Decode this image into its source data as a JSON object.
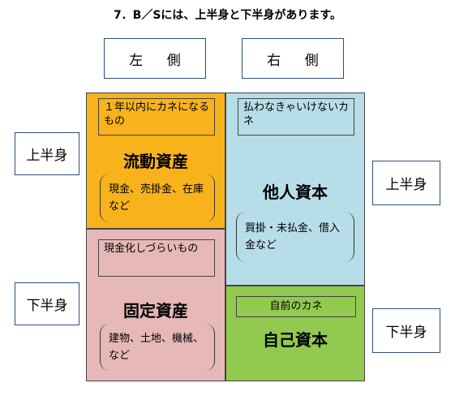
{
  "title": "7．B／Sには、上半身と下半身があります。",
  "columns": {
    "left": "左 側",
    "right": "右 側"
  },
  "side_labels": {
    "left_upper": "上半身",
    "left_lower": "下半身",
    "right_upper": "上半身",
    "right_lower": "下半身"
  },
  "quadrants": {
    "current_assets": {
      "note": "１年以内にカネになるもの",
      "heading": "流動資産",
      "examples": "現金、売掛金、在庫など",
      "color": "#f7b21c"
    },
    "fixed_assets": {
      "note": "現金化しづらいもの",
      "heading": "固定資産",
      "examples": "建物、土地、機械、など",
      "color": "#e6b8b7"
    },
    "liabilities": {
      "note": "払わなきゃいけないカネ",
      "heading": "他人資本",
      "examples": "買掛・未払金、借入金など",
      "color": "#b7dde8"
    },
    "equity": {
      "note": "自前のカネ",
      "heading": "自己資本",
      "color": "#92c94f"
    }
  }
}
